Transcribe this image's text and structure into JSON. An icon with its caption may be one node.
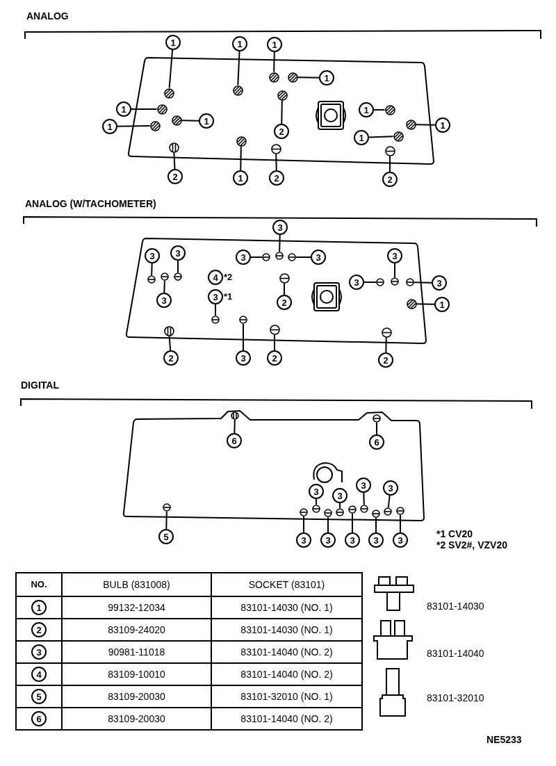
{
  "diagram": {
    "nodes": [
      {
        "text": [
          "1"
        ]
      },
      {
        "text": [],
        "shape": "circle"
      },
      {
        "text": [
          "1"
        ]
      },
      {
        "text": [],
        "shape": "circle"
      },
      {
        "text": [
          "1"
        ]
      },
      {
        "text": [],
        "shape": "circle"
      },
      {
        "text": [],
        "shape": "circle"
      },
      {
        "text": [
          "1"
        ]
      },
      {
        "text": [
          "1"
        ]
      },
      {
        "text": [],
        "shape": "circle"
      },
      {
        "text": [],
        "shape": "circle"
      },
      {
        "text": [
          "1"
        ]
      },
      {
        "text": [
          "1"
        ]
      },
      {
        "text": [],
        "shape": "circle"
      },
      {
        "text": [],
        "shape": "circle"
      },
      {
        "text": [
          "2"
        ]
      },
      {
        "text": [
          "1"
        ]
      },
      {
        "text": [],
        "shape": "circle"
      },
      {
        "text": [],
        "shape": "circle"
      },
      {
        "text": [
          "1"
        ]
      },
      {
        "text": [
          "1"
        ]
      },
      {
        "text": [],
        "shape": "circle"
      },
      {
        "text": [],
        "shape": "circle"
      },
      {
        "text": [
          "2"
        ]
      },
      {
        "text": [],
        "shape": "circle"
      },
      {
        "text": [
          "1"
        ]
      },
      {
        "text": [],
        "shape": "circle"
      },
      {
        "text": [
          "2"
        ]
      },
      {
        "text": [],
        "shape": "circle"
      },
      {
        "text": [
          "2"
        ]
      },
      {
        "text": [
          "3"
        ]
      },
      {
        "text": [
          "3"
        ]
      },
      {
        "text": [],
        "shape": "circle"
      },
      {
        "text": [],
        "shape": "circle"
      },
      {
        "text": [],
        "shape": "circle"
      },
      {
        "text": [
          "3"
        ]
      },
      {
        "text": [
          "3"
        ]
      },
      {
        "text": [
          "3"
        ]
      },
      {
        "text": [],
        "shape": "circle"
      },
      {
        "text": [],
        "shape": "circle"
      },
      {
        "text": [],
        "shape": "circle"
      },
      {
        "text": [
          "3"
        ]
      },
      {
        "text": [
          "4"
        ],
        "beside": [
          "*2"
        ]
      },
      {
        "text": [
          "3"
        ],
        "beside": [
          "*1"
        ]
      },
      {
        "text": [],
        "shape": "circle"
      },
      {
        "text": [],
        "shape": "circle"
      },
      {
        "text": [
          "2"
        ]
      },
      {
        "text": [
          "3"
        ]
      },
      {
        "text": [
          "3"
        ]
      },
      {
        "text": [],
        "shape": "circle"
      },
      {
        "text": [],
        "shape": "circle"
      },
      {
        "text": [],
        "shape": "circle"
      },
      {
        "text": [
          "3"
        ]
      },
      {
        "text": [],
        "shape": "circle"
      },
      {
        "text": [
          "1"
        ]
      },
      {
        "text": [],
        "shape": "circle"
      },
      {
        "text": [
          "2"
        ]
      },
      {
        "text": [],
        "shape": "circle"
      },
      {
        "text": [
          "3"
        ]
      },
      {
        "text": [],
        "shape": "circle"
      },
      {
        "text": [
          "2"
        ]
      },
      {
        "text": [],
        "shape": "circle"
      },
      {
        "text": [
          "2"
        ]
      },
      {
        "text": [],
        "shape": "circle"
      },
      {
        "text": [
          "6"
        ]
      },
      {
        "text": [],
        "shape": "circle"
      },
      {
        "text": [
          "6"
        ]
      },
      {
        "text": [
          "3"
        ]
      },
      {
        "text": [
          "3"
        ]
      },
      {
        "text": [
          "3"
        ]
      },
      {
        "text": [
          "3"
        ]
      },
      {
        "text": [],
        "shape": "circle"
      },
      {
        "text": [
          "5"
        ]
      },
      {
        "text": [],
        "shape": "circle"
      },
      {
        "text": [],
        "shape": "circle"
      },
      {
        "text": [],
        "shape": "circle"
      },
      {
        "text": [],
        "shape": "circle"
      },
      {
        "text": [],
        "shape": "circle"
      },
      {
        "text": [],
        "shape": "circle"
      },
      {
        "text": [],
        "shape": "circle"
      },
      {
        "text": [],
        "shape": "circle"
      },
      {
        "text": [],
        "shape": "circle"
      },
      {
        "text": [
          "3"
        ]
      },
      {
        "text": [
          "3"
        ]
      },
      {
        "text": [
          "3"
        ]
      },
      {
        "text": [
          "3"
        ]
      },
      {
        "text": [
          "3"
        ]
      }
    ],
    "edges": [
      {
        "from": 0,
        "to": 1,
        "arrow": "none"
      },
      {
        "from": 2,
        "to": 3,
        "arrow": "none"
      },
      {
        "from": 4,
        "to": 5,
        "arrow": "none"
      },
      {
        "from": 6,
        "to": 7,
        "arrow": "none"
      },
      {
        "from": 8,
        "to": 9,
        "arrow": "none"
      },
      {
        "from": 10,
        "to": 11,
        "arrow": "none"
      },
      {
        "from": 12,
        "to": 13,
        "arrow": "none"
      },
      {
        "from": 14,
        "to": 15,
        "arrow": "none"
      },
      {
        "from": 16,
        "to": 17,
        "arrow": "none"
      },
      {
        "from": 18,
        "to": 19,
        "arrow": "none"
      },
      {
        "from": 20,
        "to": 21,
        "arrow": "none"
      },
      {
        "from": 22,
        "to": 23,
        "arrow": "none"
      },
      {
        "from": 24,
        "to": 25,
        "arrow": "none"
      },
      {
        "from": 26,
        "to": 27,
        "arrow": "none"
      },
      {
        "from": 28,
        "to": 29,
        "arrow": "none"
      },
      {
        "from": 30,
        "to": 33,
        "arrow": "none"
      },
      {
        "from": 31,
        "to": 32,
        "arrow": "none"
      },
      {
        "from": 34,
        "to": 35,
        "arrow": "none"
      },
      {
        "from": 36,
        "to": 38,
        "arrow": "none"
      },
      {
        "from": 37,
        "to": 40,
        "arrow": "none"
      },
      {
        "from": 41,
        "to": 39,
        "arrow": "none"
      },
      {
        "from": 43,
        "to": 44,
        "arrow": "none"
      },
      {
        "from": 45,
        "to": 46,
        "arrow": "none"
      },
      {
        "from": 47,
        "to": 50,
        "arrow": "none"
      },
      {
        "from": 48,
        "to": 49,
        "arrow": "none"
      },
      {
        "from": 51,
        "to": 52,
        "arrow": "none"
      },
      {
        "from": 53,
        "to": 54,
        "arrow": "none"
      },
      {
        "from": 55,
        "to": 56,
        "arrow": "none"
      },
      {
        "from": 57,
        "to": 58,
        "arrow": "none"
      },
      {
        "from": 59,
        "to": 60,
        "arrow": "none"
      },
      {
        "from": 61,
        "to": 62,
        "arrow": "none"
      },
      {
        "from": 63,
        "to": 64,
        "arrow": "none"
      },
      {
        "from": 65,
        "to": 66,
        "arrow": "none"
      },
      {
        "from": 67,
        "to": 74,
        "arrow": "none"
      },
      {
        "from": 68,
        "to": 76,
        "arrow": "none"
      },
      {
        "from": 69,
        "to": 78,
        "arrow": "none"
      },
      {
        "from": 70,
        "to": 80,
        "arrow": "none"
      },
      {
        "from": 71,
        "to": 72,
        "arrow": "none"
      },
      {
        "from": 82,
        "to": 73,
        "arrow": "none"
      },
      {
        "from": 83,
        "to": 75,
        "arrow": "none"
      },
      {
        "from": 84,
        "to": 77,
        "arrow": "none"
      },
      {
        "from": 85,
        "to": 79,
        "arrow": "none"
      },
      {
        "from": 86,
        "to": 81,
        "arrow": "none"
      }
    ],
    "labels": [
      "ANALOG",
      "ANALOG (W/TACHOMETER)",
      "DIGITAL",
      "*1 CV20",
      "*2 SV2#, VZV20",
      "NO.",
      "BULB (831008)",
      "SOCKET (83101)",
      "1",
      "99132-12034",
      "83101-14030 (NO. 1)",
      "2",
      "83109-24020",
      "83101-14030 (NO. 1)",
      "3",
      "90981-11018",
      "83101-14040 (NO. 2)",
      "4",
      "83109-10010",
      "83101-14040 (NO. 2)",
      "5",
      "83109-20030",
      "83101-32010 (NO. 1)",
      "6",
      "83109-20030",
      "83101-14040 (NO. 2)",
      "83101-14030",
      "83101-14040",
      "83101-32010",
      "NE5233"
    ]
  }
}
